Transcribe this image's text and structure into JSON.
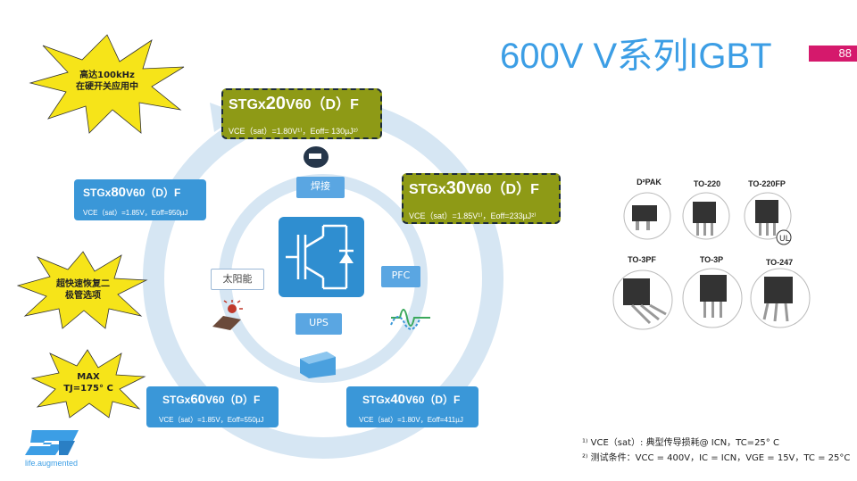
{
  "title": "600V V系列IGBT",
  "page_number": "88",
  "bursts": {
    "top": {
      "line1": "高达100kHz",
      "line2": "在硬开关应用中"
    },
    "middle": {
      "line1": "超快速恢复二",
      "line2": "极管选项"
    },
    "bottom": {
      "line1": "MAX",
      "line2": "TJ=175° C"
    }
  },
  "products": {
    "p20": {
      "prefix": "STGx",
      "num": "20",
      "suffix": "V60（D）F",
      "spec": "VCE（sat）=1.80V¹⁾，Eoff= 130µJ²⁾"
    },
    "p30": {
      "prefix": "STGx",
      "num": "30",
      "suffix": "V60（D）F",
      "spec": "VCE（sat）=1.85V¹⁾，Eoff=233µJ²⁾"
    },
    "p80": {
      "prefix": "STGx",
      "num": "80",
      "suffix": "V60（D）F",
      "spec": "VCE（sat）=1.85V，Eoff=950µJ"
    },
    "p60": {
      "prefix": "STGx",
      "num": "60",
      "suffix": "V60（D）F",
      "spec": "VCE（sat）=1.85V，Eoff=550µJ"
    },
    "p40": {
      "prefix": "STGx",
      "num": "40",
      "suffix": "V60（D）F",
      "spec": "VCE（sat）=1.80V，Eoff=411µJ"
    }
  },
  "applications": {
    "welding": "焊接",
    "pfc": "PFC",
    "ups": "UPS",
    "solar": "太阳能"
  },
  "packages": [
    "D²PAK",
    "TO-220",
    "TO-220FP",
    "TO-3PF",
    "TO-3P",
    "TO-247"
  ],
  "footnotes": {
    "f1": "¹⁾ VCE（sat）: 典型传导损耗@ ICN，TC=25° C",
    "f2": "²⁾ 测试条件：VCC = 400V，IC = ICN，VGE = 15V，TC = 25°C"
  },
  "logo": {
    "tagline": "life.augmented"
  },
  "colors": {
    "accent": "#3c9ee5",
    "green": "#8e9a16",
    "blue": "#3a97d8",
    "magenta": "#d5196c",
    "burst": "#f6e419"
  }
}
